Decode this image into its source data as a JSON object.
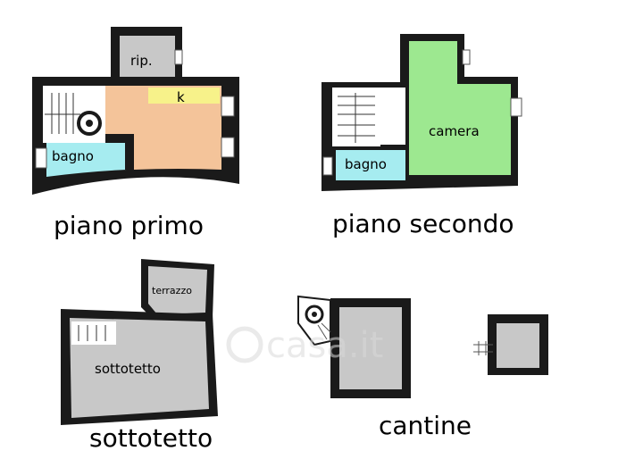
{
  "floors": {
    "first": {
      "caption": "piano primo",
      "rooms": {
        "storage": "rip.",
        "kitchen": "k",
        "bathroom": "bagno"
      }
    },
    "second": {
      "caption": "piano secondo",
      "rooms": {
        "bedroom": "camera",
        "bathroom": "bagno"
      }
    },
    "attic": {
      "caption": "sottotetto",
      "rooms": {
        "terrace": "terrazzo",
        "attic": "sottotetto"
      }
    },
    "cellars": {
      "caption": "cantine"
    }
  },
  "watermark": "casa.it",
  "colors": {
    "wall": "#1a1a1a",
    "grey_room": "#c8c8c8",
    "living": "#f4c49a",
    "kitchen": "#f7f28a",
    "bathroom": "#a6ecf0",
    "bedroom": "#9de890"
  }
}
